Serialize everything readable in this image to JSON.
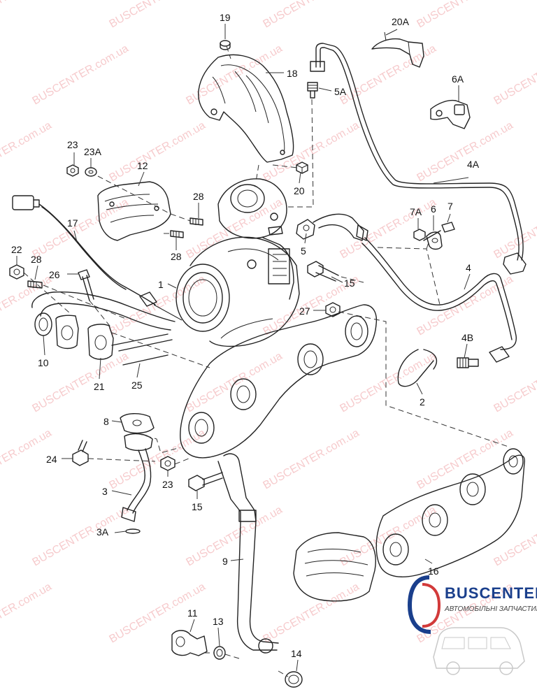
{
  "diagram": {
    "callouts": [
      {
        "id": "c19",
        "label": "19"
      },
      {
        "id": "c18",
        "label": "18"
      },
      {
        "id": "c20",
        "label": "20"
      },
      {
        "id": "c20A",
        "label": "20A"
      },
      {
        "id": "c5A",
        "label": "5A"
      },
      {
        "id": "c6A",
        "label": "6A"
      },
      {
        "id": "c4A",
        "label": "4A"
      },
      {
        "id": "c23",
        "label": "23"
      },
      {
        "id": "c23A",
        "label": "23A"
      },
      {
        "id": "c12",
        "label": "12"
      },
      {
        "id": "c28a",
        "label": "28"
      },
      {
        "id": "c28b",
        "label": "28"
      },
      {
        "id": "c17",
        "label": "17"
      },
      {
        "id": "c7A",
        "label": "7A"
      },
      {
        "id": "c6",
        "label": "6"
      },
      {
        "id": "c7",
        "label": "7"
      },
      {
        "id": "c5",
        "label": "5"
      },
      {
        "id": "c22",
        "label": "22"
      },
      {
        "id": "c28c",
        "label": "28"
      },
      {
        "id": "c26",
        "label": "26"
      },
      {
        "id": "c1",
        "label": "1"
      },
      {
        "id": "c15a",
        "label": "15"
      },
      {
        "id": "c4",
        "label": "4"
      },
      {
        "id": "c27",
        "label": "27"
      },
      {
        "id": "c4B",
        "label": "4B"
      },
      {
        "id": "c10",
        "label": "10"
      },
      {
        "id": "c21",
        "label": "21"
      },
      {
        "id": "c25",
        "label": "25"
      },
      {
        "id": "c2",
        "label": "2"
      },
      {
        "id": "c8",
        "label": "8"
      },
      {
        "id": "c24",
        "label": "24"
      },
      {
        "id": "c23b",
        "label": "23"
      },
      {
        "id": "c3",
        "label": "3"
      },
      {
        "id": "c15b",
        "label": "15"
      },
      {
        "id": "c3A",
        "label": "3A"
      },
      {
        "id": "c9",
        "label": "9"
      },
      {
        "id": "c16",
        "label": "16"
      },
      {
        "id": "c11",
        "label": "11"
      },
      {
        "id": "c13",
        "label": "13"
      },
      {
        "id": "c14",
        "label": "14"
      }
    ]
  },
  "watermark": {
    "text": "BUSCENTER.com.ua"
  },
  "logo": {
    "name": "BUSCENTER",
    "tagline": "АВТОМОБІЛЬНІ ЗАПЧАСТИНИ"
  },
  "colors": {
    "watermark": "#e0444a",
    "logo_primary": "#1a3f8c",
    "logo_accent": "#d23a3a",
    "line": "#222222"
  }
}
